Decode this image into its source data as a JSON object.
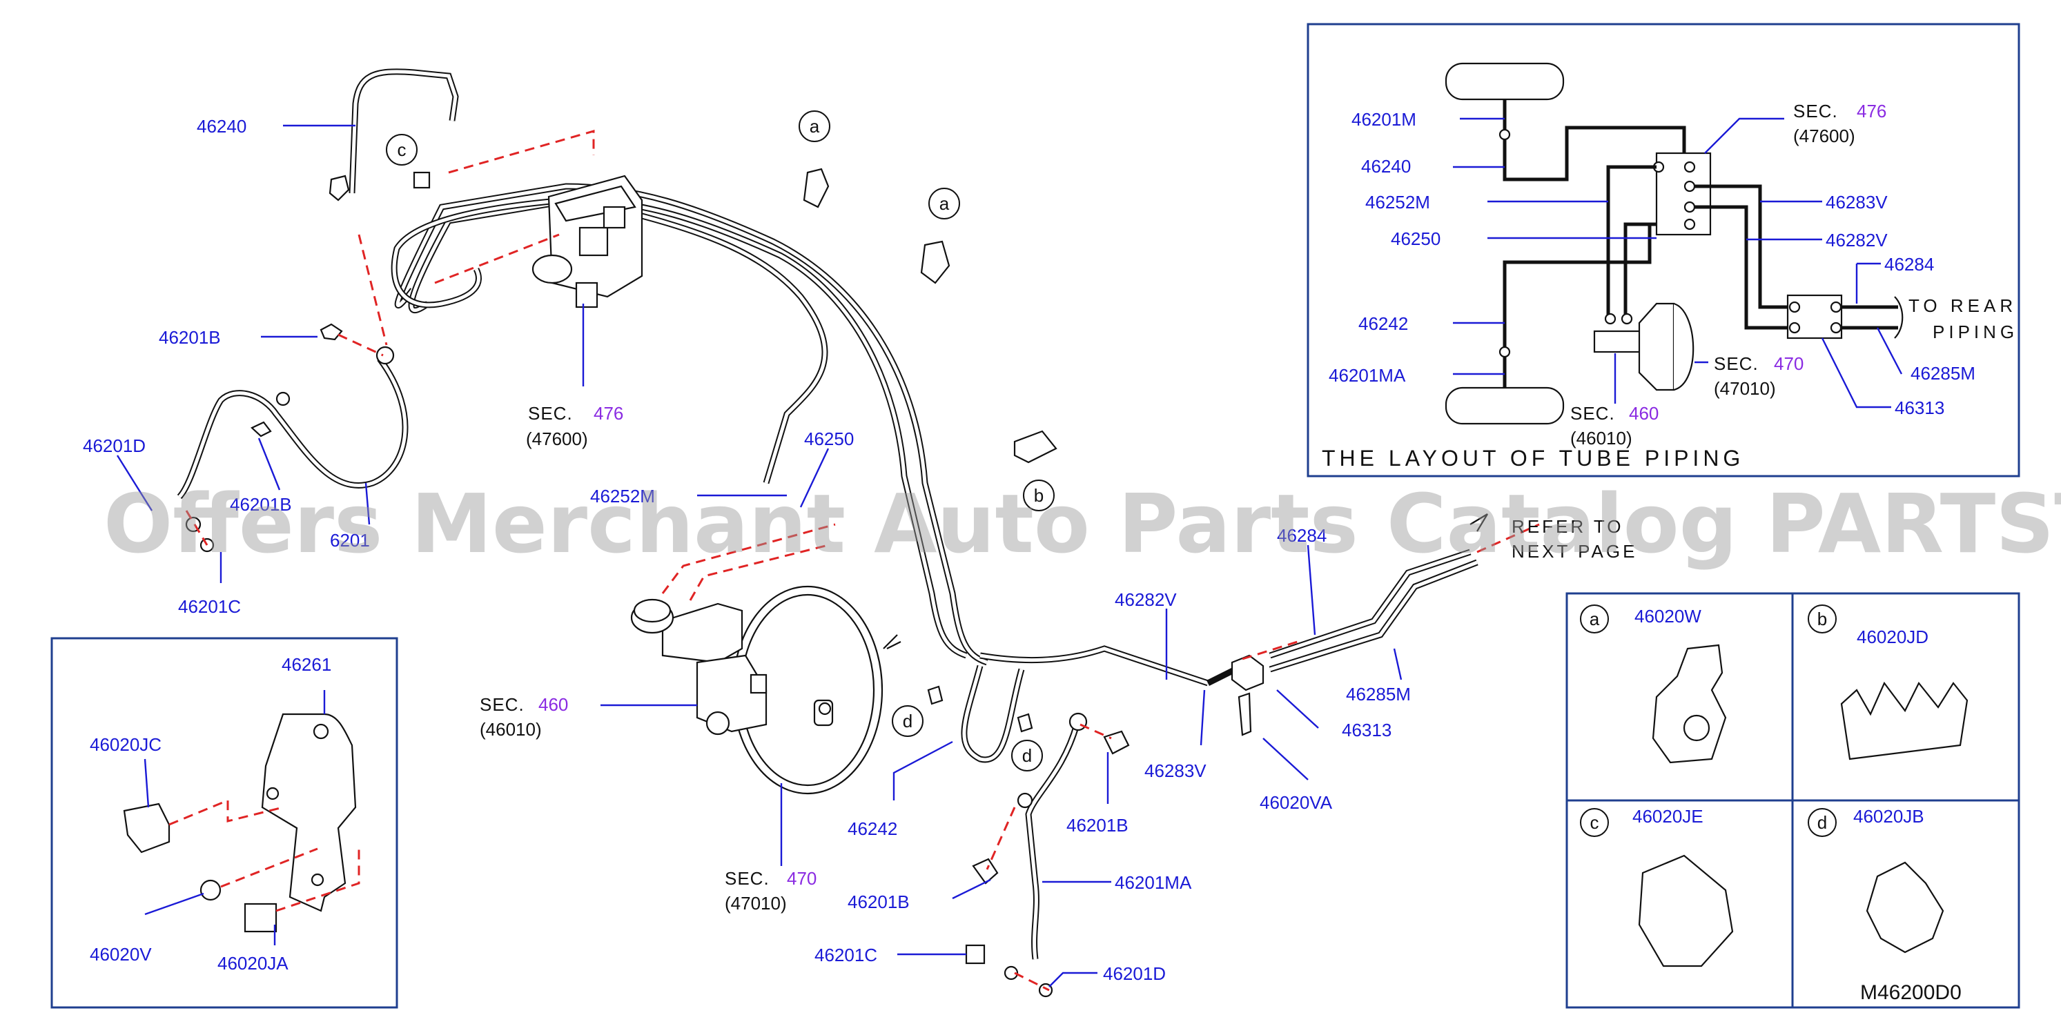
{
  "labels": {
    "p46240": "46240",
    "p46201B_top": "46201B",
    "p46201D_left": "46201D",
    "p46201B_left": "46201B",
    "p46201_left": "6201",
    "p46201C_left": "46201C",
    "p46250": "46250",
    "p46252M": "46252M",
    "p46282V": "46282V",
    "p46284": "46284",
    "p46285M": "46285M",
    "p46313": "46313",
    "p46283V": "46283V",
    "p46020VA": "46020VA",
    "p46242": "46242",
    "p46201B_mid": "46201B",
    "p46201B_low": "46201B",
    "p46201MA": "46201MA",
    "p46201C_low": "46201C",
    "p46201D_low": "46201D",
    "refer_line1": "REFER TO",
    "refer_line2": "NEXT PAGE"
  },
  "sections": {
    "sec476": {
      "word": "SEC.",
      "num": "476",
      "sub": "(47600)"
    },
    "sec460": {
      "word": "SEC.",
      "num": "460",
      "sub": "(46010)"
    },
    "sec470": {
      "word": "SEC.",
      "num": "470",
      "sub": "(47010)"
    }
  },
  "callouts": [
    "a",
    "a",
    "b",
    "c",
    "d",
    "d"
  ],
  "bracket_box": {
    "p46261": "46261",
    "p46020JC": "46020JC",
    "p46020V": "46020V",
    "p46020JA": "46020JA"
  },
  "layout_box": {
    "title": "THE LAYOUT OF TUBE PIPING",
    "p46201M": "46201M",
    "p46240": "46240",
    "p46252M": "46252M",
    "p46250": "46250",
    "p46242": "46242",
    "p46201MA": "46201MA",
    "p46283V": "46283V",
    "p46282V": "46282V",
    "p46284": "46284",
    "p46285M": "46285M",
    "p46313": "46313",
    "sec476": {
      "word": "SEC.",
      "num": "476",
      "sub": "(47600)"
    },
    "sec460": {
      "word": "SEC.",
      "num": "460",
      "sub": "(46010)"
    },
    "sec470": {
      "word": "SEC.",
      "num": "470",
      "sub": "(47010)"
    },
    "to_rear_1": "TO REAR",
    "to_rear_2": "PIPING"
  },
  "clip_box": {
    "a": {
      "letter": "a",
      "part": "46020W"
    },
    "b": {
      "letter": "b",
      "part": "46020JD"
    },
    "c": {
      "letter": "c",
      "part": "46020JE"
    },
    "d": {
      "letter": "d",
      "part": "46020JB"
    }
  },
  "diagram_code": "M46200D0",
  "watermark": "Offers Merchant Auto Parts Catalog PARTSTORE.SA",
  "colors": {
    "part_number": "#1a1ad6",
    "section_number": "#8a2be2",
    "dashed_line": "#e02424",
    "frame": "#1f3f8f"
  }
}
